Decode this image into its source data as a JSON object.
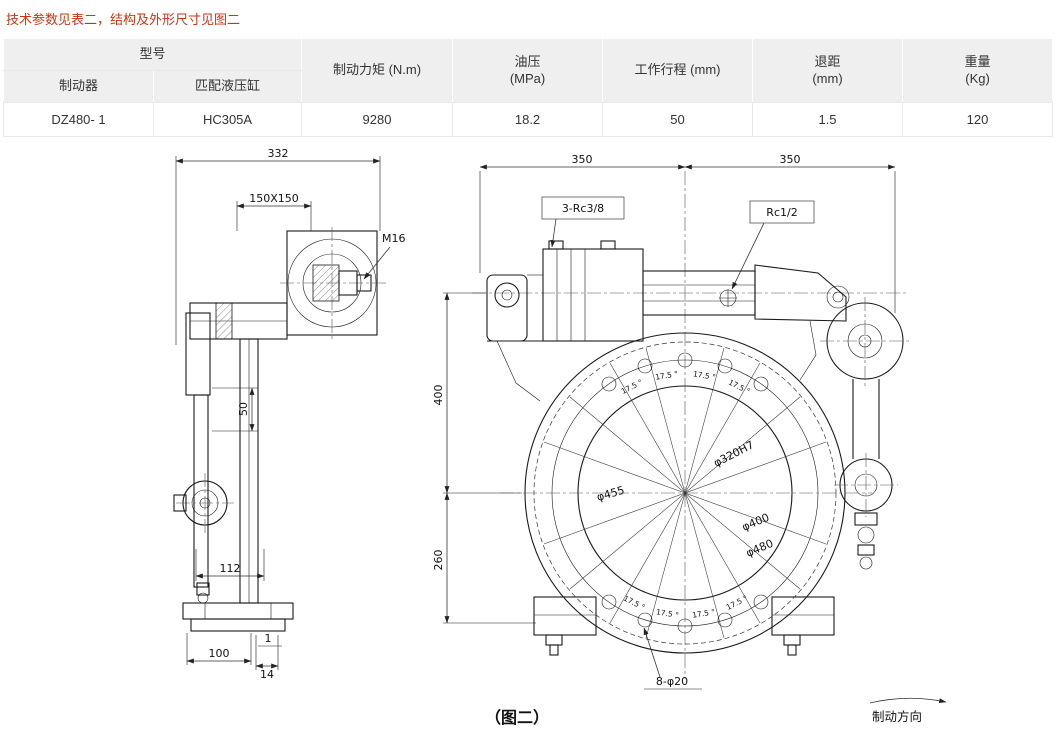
{
  "note": {
    "text": "技术参数见表二，结构及外形尺寸见图二"
  },
  "table": {
    "headers": {
      "model_group": "型号",
      "brake": "制动器",
      "cylinder": "匹配液压缸",
      "torque": "制动力矩 (N.m)",
      "oil_pressure_l1": "油压",
      "oil_pressure_l2": "(MPa)",
      "stroke": "工作行程 (mm)",
      "retreat_l1": "退距",
      "retreat_l2": "(mm)",
      "weight_l1": "重量",
      "weight_l2": "(Kg)"
    },
    "row": {
      "brake_model": "DZ480- 1",
      "cylinder_model": "HC305A",
      "torque": "9280",
      "oil_pressure": "18.2",
      "stroke": "50",
      "retreat": "1.5",
      "weight": "120"
    }
  },
  "drawing": {
    "caption": "（图二）",
    "direction_label": "制动方向",
    "dims": {
      "d332": "332",
      "d150": "150X150",
      "m16": "M16",
      "d350a": "350",
      "d350b": "350",
      "rc38": "3-Rc3/8",
      "rc12": "Rc1/2",
      "d400": "400",
      "d260": "260",
      "d50": "50",
      "d112": "112",
      "d100": "100",
      "d1": "1",
      "d14": "14",
      "dia455": "φ455",
      "dia400": "φ400",
      "dia480": "φ480",
      "dia320": "φ320H7",
      "ang": "17.5 °",
      "holes": "8-φ20"
    }
  }
}
